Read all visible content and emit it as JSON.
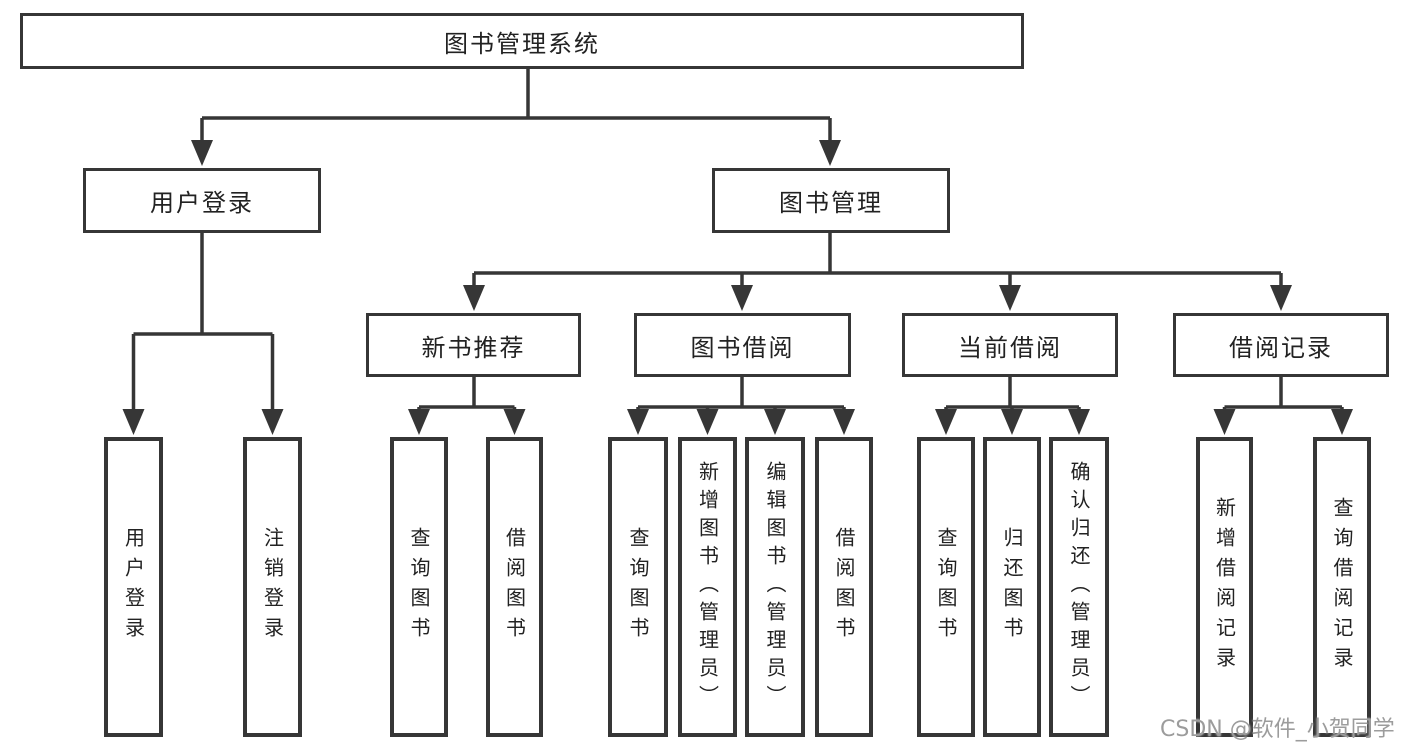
{
  "tree": {
    "root": "图书管理系统",
    "userLogin": {
      "label": "用户登录",
      "children": [
        "用户登录",
        "注销登录"
      ]
    },
    "bookMgmt": {
      "label": "图书管理",
      "newBookRec": {
        "label": "新书推荐",
        "children": [
          "查询图书",
          "借阅图书"
        ]
      },
      "bookBorrow": {
        "label": "图书借阅",
        "children": [
          "查询图书",
          "新增图书（管理员）",
          "编辑图书（管理员）",
          "借阅图书"
        ]
      },
      "currentBorrow": {
        "label": "当前借阅",
        "children": [
          "查询图书",
          "归还图书",
          "确认归还（管理员）"
        ]
      },
      "borrowRecords": {
        "label": "借阅记录",
        "children": [
          "新增借阅记录",
          "查询借阅记录"
        ]
      }
    }
  },
  "watermark": "CSDN @软件_小贺同学",
  "colors": {
    "line": "#363636",
    "text": "#222222",
    "watermark": "#9c9c9c",
    "bg": "#ffffff"
  }
}
